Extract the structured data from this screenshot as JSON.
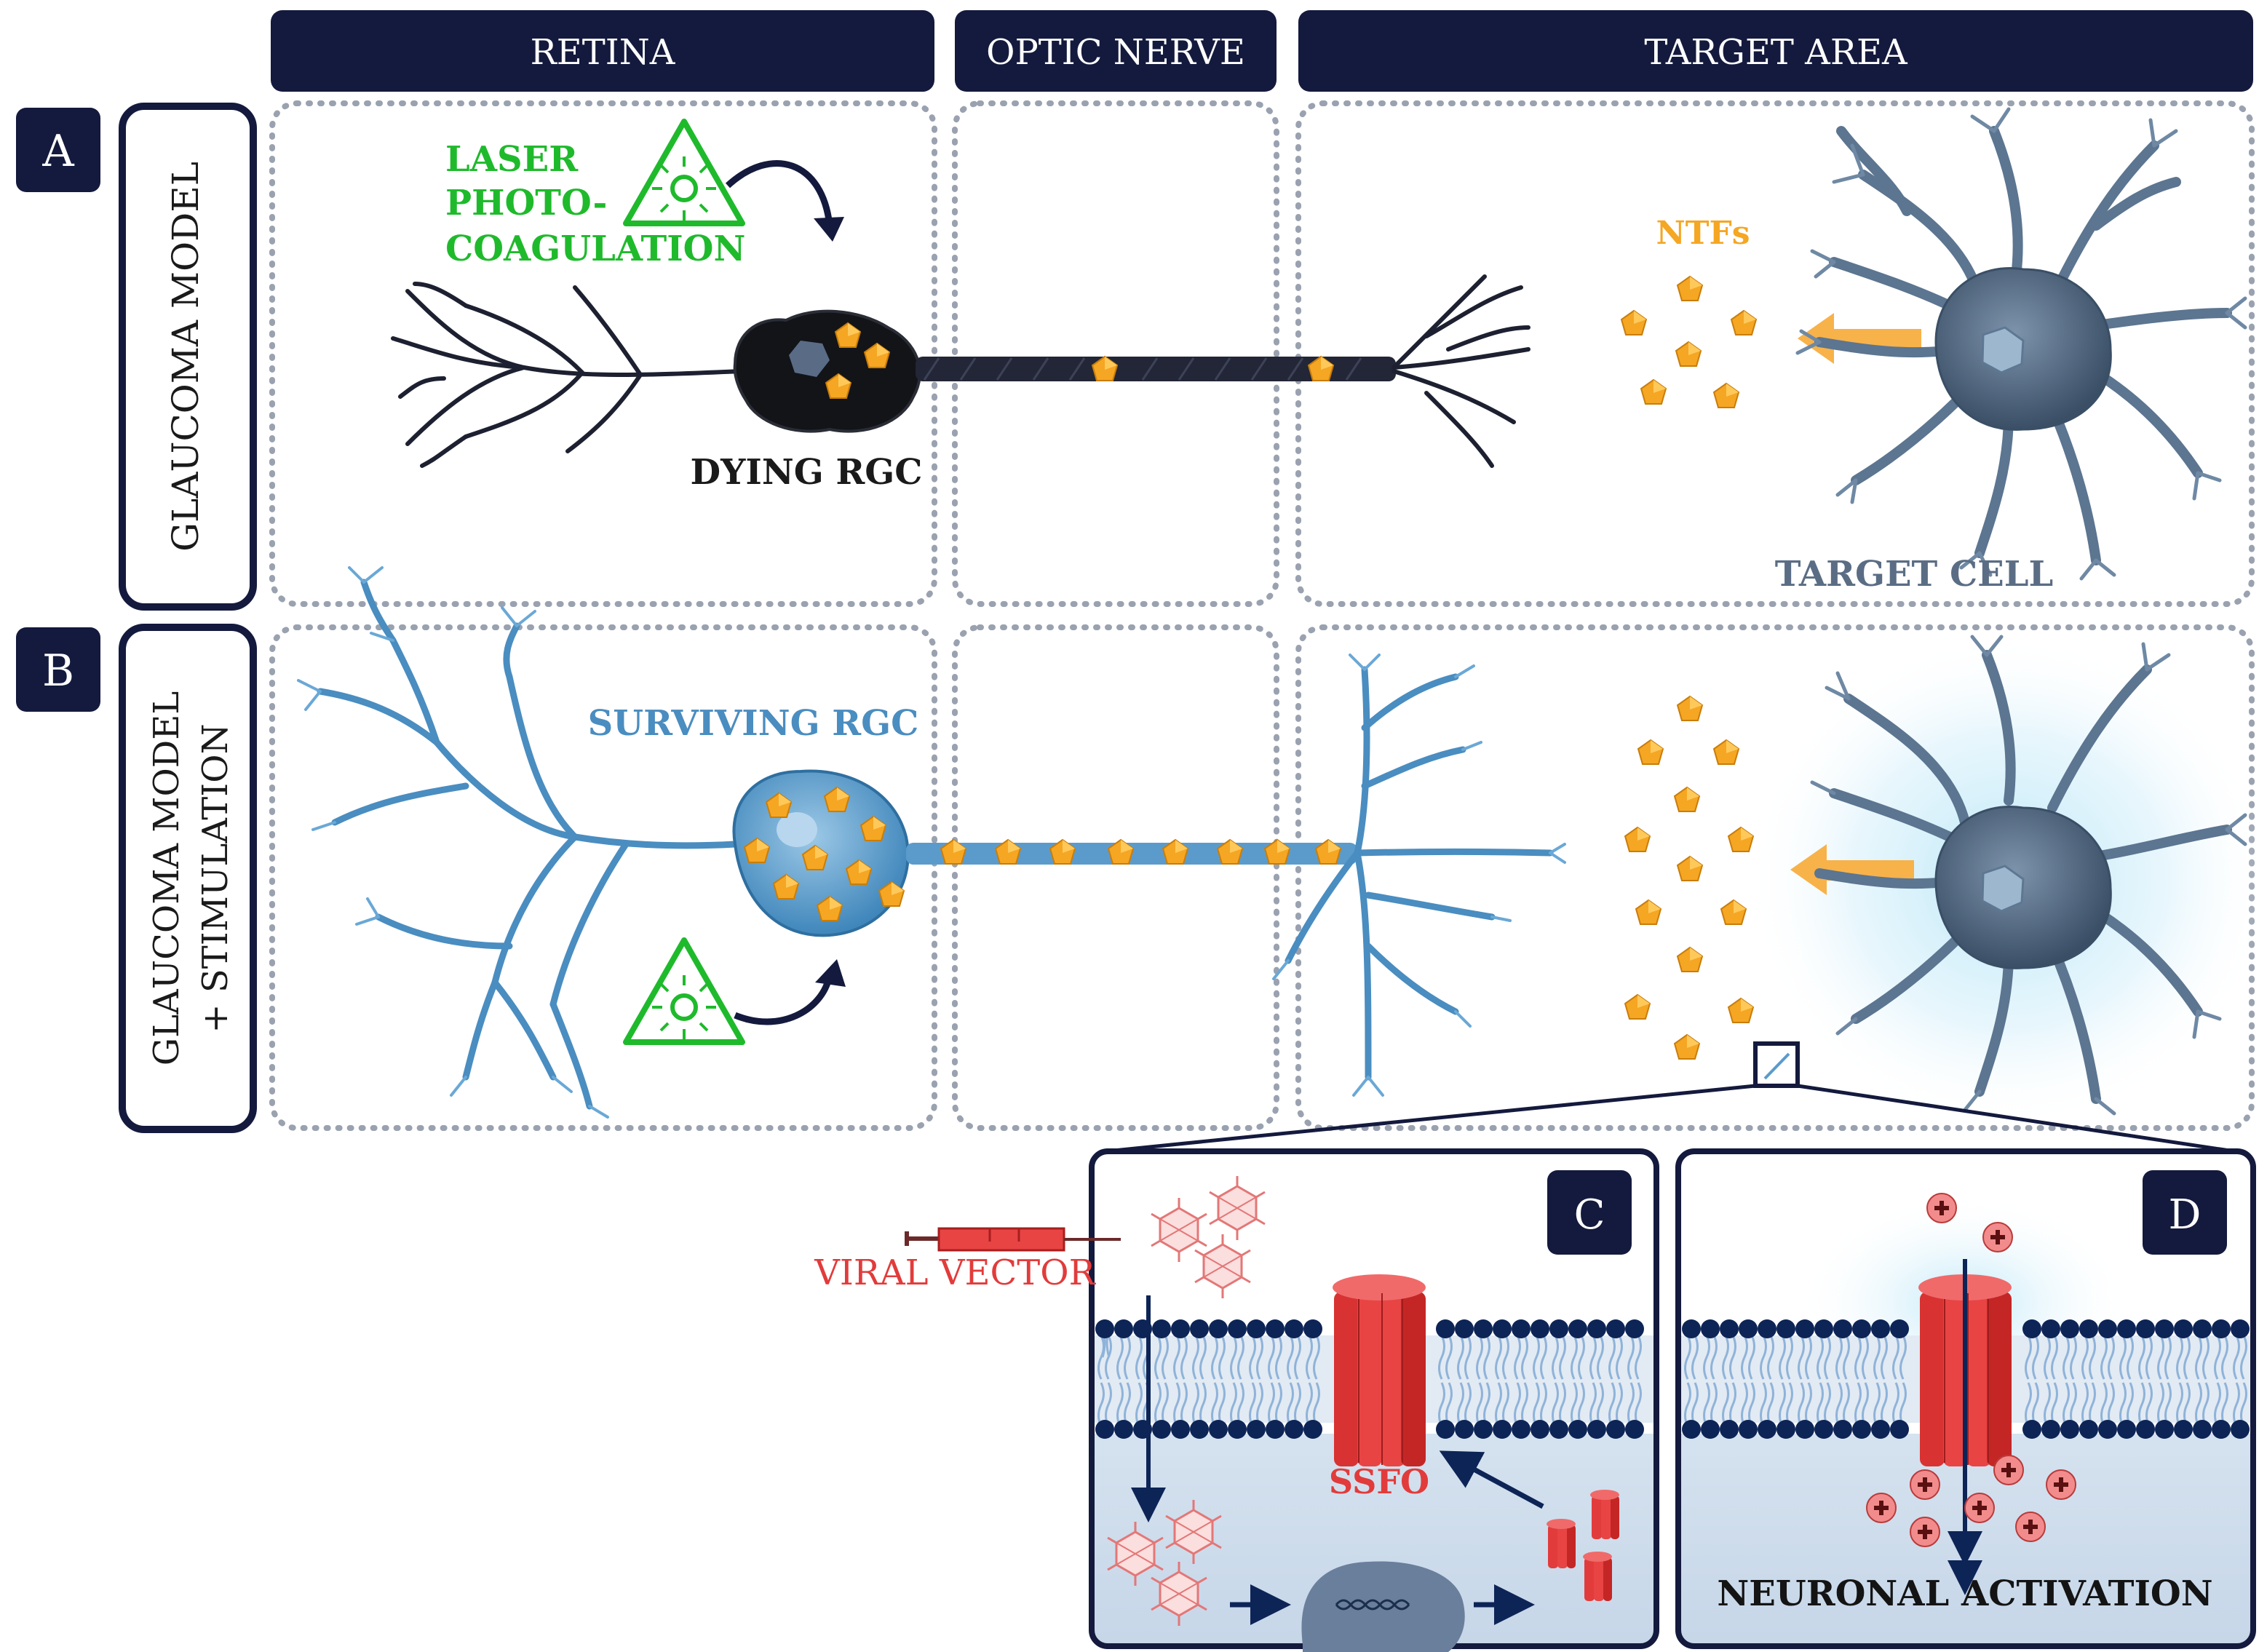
{
  "columns": {
    "retina": "RETINA",
    "optic_nerve": "OPTIC NERVE",
    "target_area": "TARGET AREA"
  },
  "rows": {
    "a": {
      "letter": "A",
      "label": "GLAUCOMA MODEL"
    },
    "b": {
      "letter": "B",
      "label_line1": "GLAUCOMA MODEL",
      "label_line2": "+ STIMULATION"
    }
  },
  "panel_a": {
    "laser_line1": "LASER",
    "laser_line2": "PHOTO-",
    "laser_line3": "COAGULATION",
    "dying_rgc": "DYING RGC",
    "ntfs": "NTFs",
    "target_cell": "TARGET CELL"
  },
  "panel_b": {
    "surviving_rgc": "SURVIVING RGC"
  },
  "panel_c": {
    "letter": "C",
    "viral_vector": "VIRAL VECTOR",
    "ssfo": "SSFO"
  },
  "panel_d": {
    "letter": "D",
    "neuronal_activation": "NEURONAL ACTIVATION"
  },
  "colors": {
    "header_navy": "#141a3d",
    "laser_green": "#1fba2c",
    "ntf_orange": "#f5a623",
    "rgc_blue": "#4a8dc0",
    "target_slate": "#5c7590",
    "ssfo_red": "#e23b3b",
    "membrane_navy": "#0d2456"
  }
}
